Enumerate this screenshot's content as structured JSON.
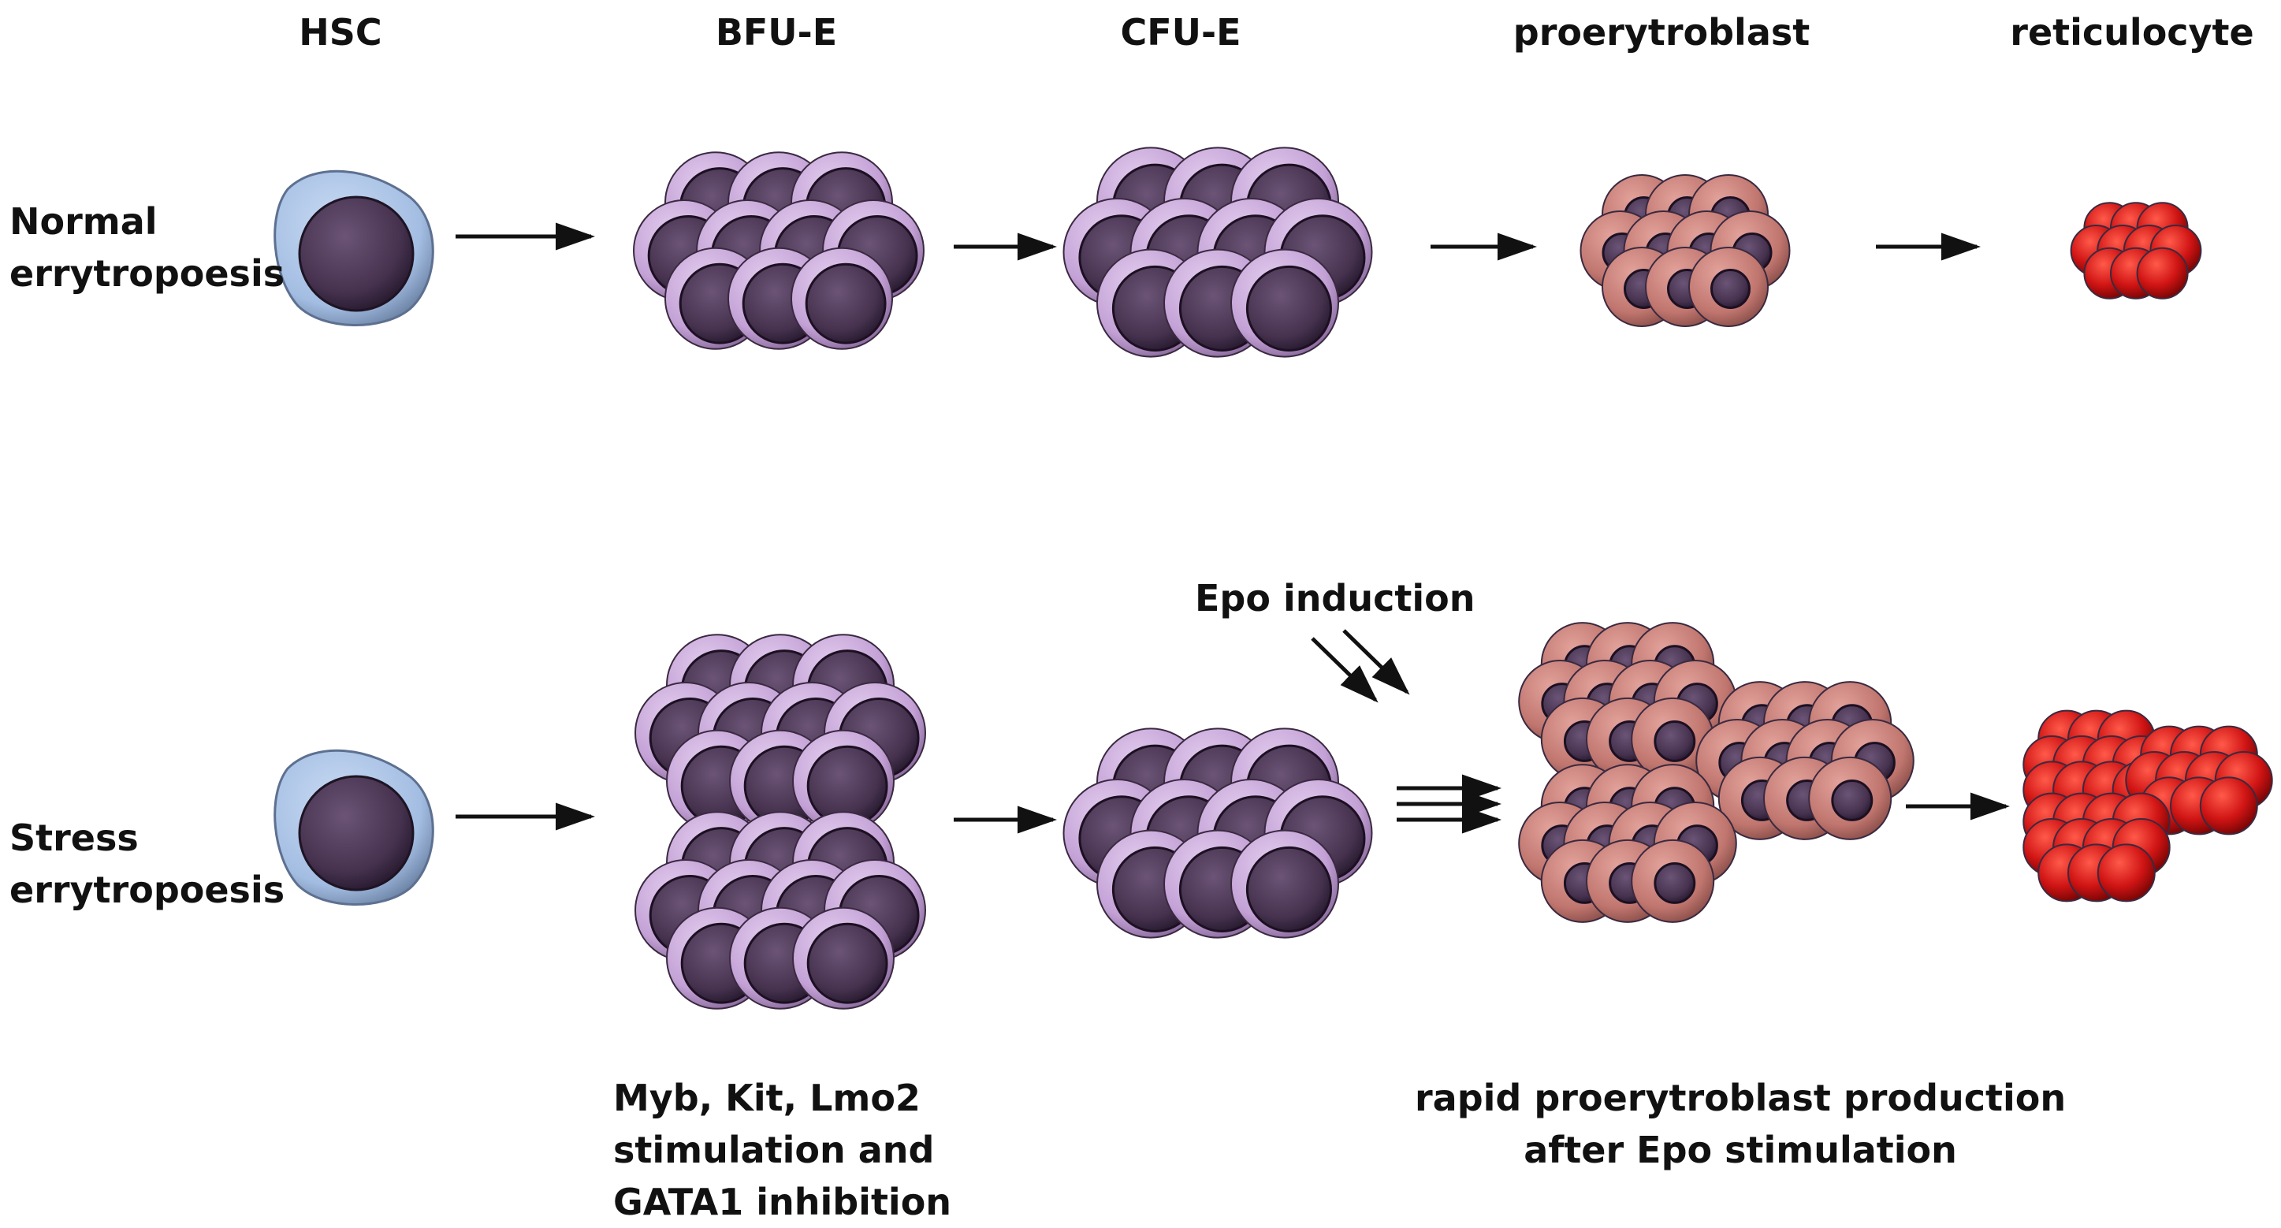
{
  "headers": [
    "HSC",
    "BFU-E",
    "CFU-E",
    "proerytroblast",
    "reticulocyte"
  ],
  "rows": [
    {
      "line1": "Normal",
      "line2": "errytropoesis"
    },
    {
      "line1": "Stress",
      "line2": "errytropoesis"
    }
  ],
  "annotations": {
    "epo_induction": "Epo induction",
    "bfu_note_1": "Myb, Kit, Lmo2",
    "bfu_note_2": "stimulation and",
    "bfu_note_3": "GATA1 inhibition",
    "pro_note_1": "rapid proerytroblast production",
    "pro_note_2": "after Epo stimulation"
  },
  "colors": {
    "hsc_cytoplasm": "#a9c2e4",
    "progenitor_cytoplasm": "#c9a9d9",
    "nucleus": "#4a3650",
    "proerythroblast_cytoplasm": "#c07a74",
    "reticulocyte": "#cc1515",
    "arrow": "#111111"
  }
}
